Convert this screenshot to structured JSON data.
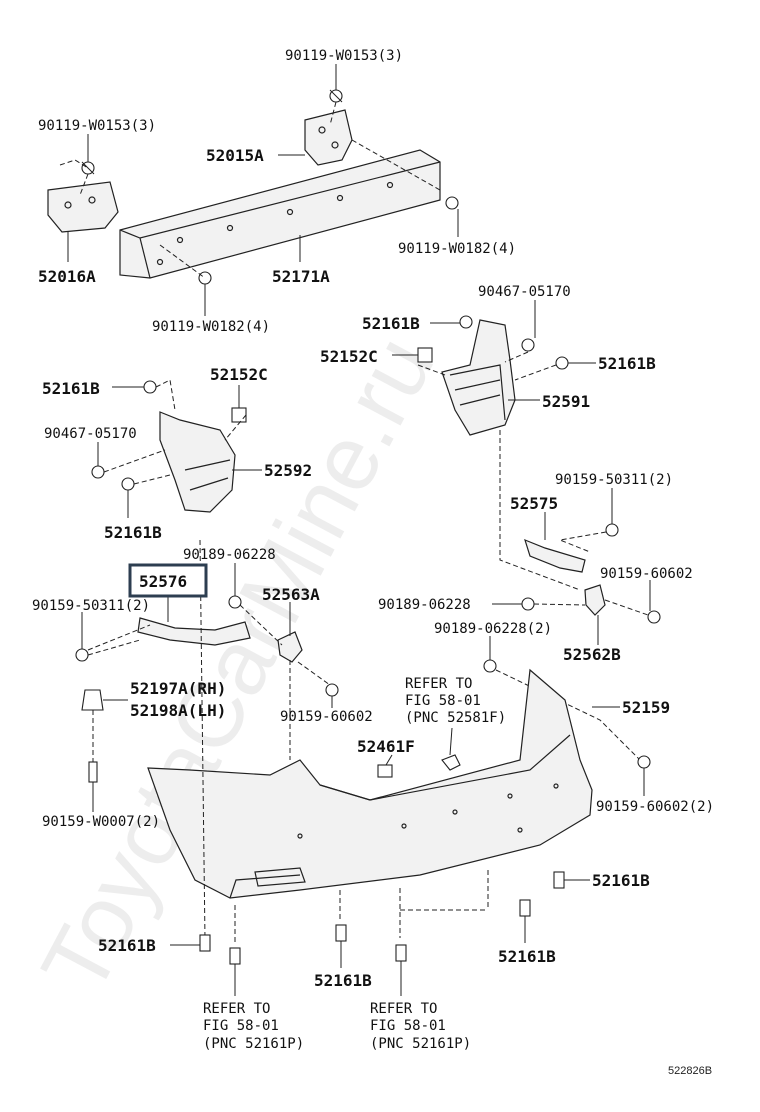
{
  "watermark": "ToyotaCarMine.ru",
  "diagram_id": "522826B",
  "labels": {
    "l_90119_w0153_top": "90119-W0153(3)",
    "l_90119_w0153_left": "90119-W0153(3)",
    "l_52015a": "52015A",
    "l_52016a": "52016A",
    "l_52171a": "52171A",
    "l_90119_w0182_right": "90119-W0182(4)",
    "l_90119_w0182_left": "90119-W0182(4)",
    "l_90467_05170_right": "90467-05170",
    "l_52161b_r1": "52161B",
    "l_52152c_r": "52152C",
    "l_52161b_r2": "52161B",
    "l_52591": "52591",
    "l_52161b_l1": "52161B",
    "l_52152c_l": "52152C",
    "l_90467_05170_left": "90467-05170",
    "l_52592": "52592",
    "l_52161b_l2": "52161B",
    "l_90159_50311_right": "90159-50311(2)",
    "l_52575": "52575",
    "l_90189_06228_a": "90189-06228",
    "l_52576": "52576",
    "l_90159_60602_a": "90159-60602",
    "l_52563a": "52563A",
    "l_90159_50311_left": "90159-50311(2)",
    "l_90189_06228_b": "90189-06228",
    "l_90189_06228_c": "90189-06228(2)",
    "l_52562b": "52562B",
    "l_52197a": "52197A(RH)",
    "l_52198a": "52198A(LH)",
    "l_refer1_a": "REFER TO",
    "l_refer1_b": "FIG 58-01",
    "l_refer1_c": "(PNC 52581F)",
    "l_52159": "52159",
    "l_90159_60602_b": "90159-60602",
    "l_52461f": "52461F",
    "l_90159_w0007": "90159-W0007(2)",
    "l_90159_60602_c": "90159-60602(2)",
    "l_52161b_b1": "52161B",
    "l_52161b_b2": "52161B",
    "l_52161b_b3": "52161B",
    "l_52161b_b4": "52161B",
    "l_refer2_a": "REFER TO",
    "l_refer2_b": "FIG 58-01",
    "l_refer2_c": "(PNC 52161P)",
    "l_refer3_a": "REFER TO",
    "l_refer3_b": "FIG 58-01",
    "l_refer3_c": "(PNC 52161P)"
  }
}
